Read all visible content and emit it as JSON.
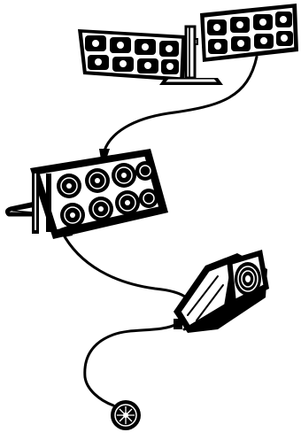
{
  "figure": {
    "description_visible_text": [],
    "colors": {
      "ink": "#000000",
      "paper": "#ffffff"
    },
    "components": [
      {
        "id": "solar-panels",
        "icon": "solar-panel-array-icon"
      },
      {
        "id": "battery-pack",
        "icon": "battery-block-icon"
      },
      {
        "id": "lamp-housing",
        "icon": "lamp-head-icon"
      },
      {
        "id": "bulb",
        "icon": "light-bulb-icon"
      }
    ]
  }
}
